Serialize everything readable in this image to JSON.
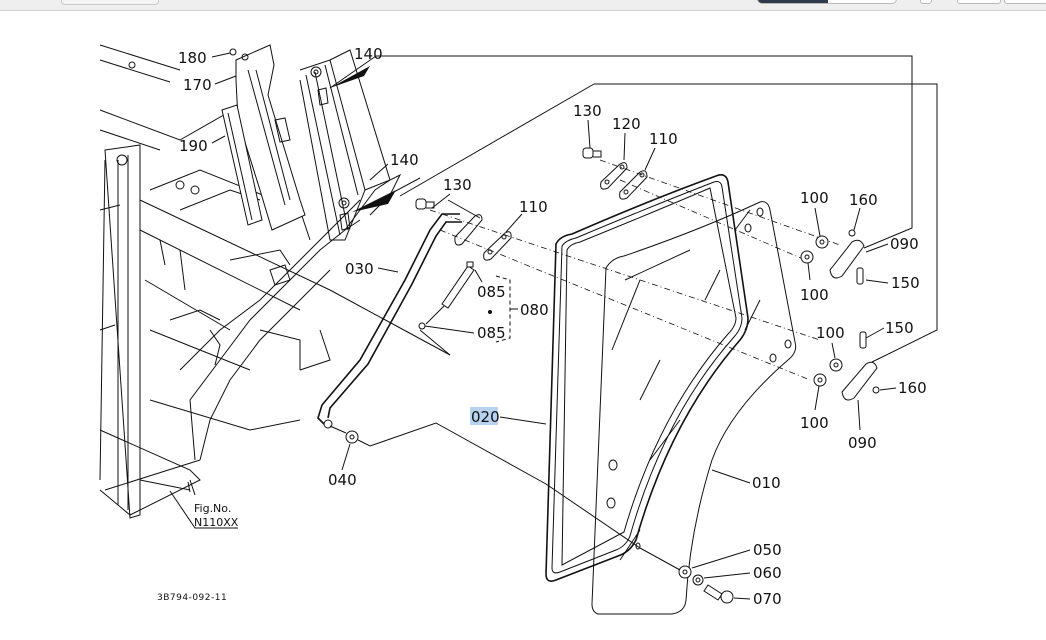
{
  "toolbar": {
    "zoom_slider": "zoom-slider",
    "segmented_active": "view-mode-active",
    "segmented_inactive": "view-mode-inactive"
  },
  "diagram": {
    "figure_label": "Fig.No.",
    "figure_number": "N110XX",
    "drawing_code": "3B794-092-11",
    "selected_part": "020",
    "highlight_color": "#b8d3ef",
    "callouts": {
      "p180": "180",
      "p170": "170",
      "p190": "190",
      "p140a": "140",
      "p140b": "140",
      "p130a": "130",
      "p130b": "130",
      "p120": "120",
      "p110a": "110",
      "p110b": "110",
      "p030": "030",
      "p085a": "085",
      "p085b": "085",
      "p080": "080",
      "p020": "020",
      "p040": "040",
      "p010": "010",
      "p050": "050",
      "p060": "060",
      "p070": "070",
      "p100a": "100",
      "p100b": "100",
      "p100c": "100",
      "p100d": "100",
      "p160a": "160",
      "p160b": "160",
      "p090a": "090",
      "p090b": "090",
      "p150a": "150",
      "p150b": "150"
    }
  }
}
